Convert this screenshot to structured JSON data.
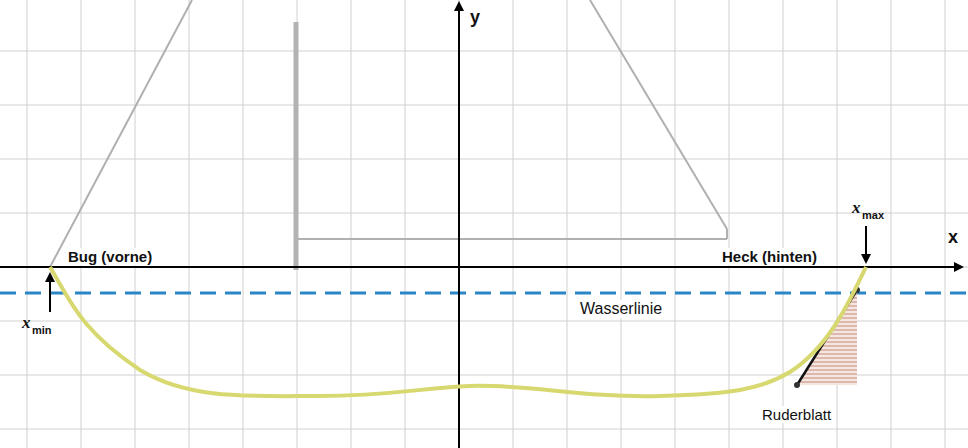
{
  "diagram": {
    "labels": [
      "y",
      "x",
      "Bug (vorne)",
      "Heck (hinten)",
      "x",
      "max",
      "x",
      "min",
      "Wasserlinie",
      "Ruderblatt"
    ]
  }
}
